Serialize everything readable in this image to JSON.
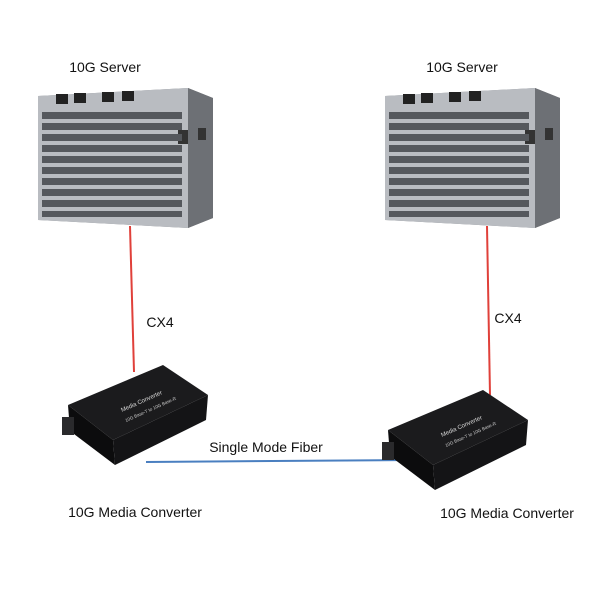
{
  "nodes": {
    "server_left": {
      "label": "10G Server"
    },
    "server_right": {
      "label": "10G Server"
    },
    "converter_left": {
      "label": "10G Media Converter",
      "device_text": "Media Converter",
      "device_subtext": "10G Base-T to 10G Base-R"
    },
    "converter_right": {
      "label": "10G Media Converter",
      "device_text": "Media Converter",
      "device_subtext": "10G Base-T to 10G Base-R"
    }
  },
  "links": {
    "left_cable": {
      "label": "CX4",
      "color": "#e0403a"
    },
    "right_cable": {
      "label": "CX4",
      "color": "#e0403a"
    },
    "fiber": {
      "label": "Single Mode Fiber",
      "color": "#4a7fc0"
    }
  }
}
